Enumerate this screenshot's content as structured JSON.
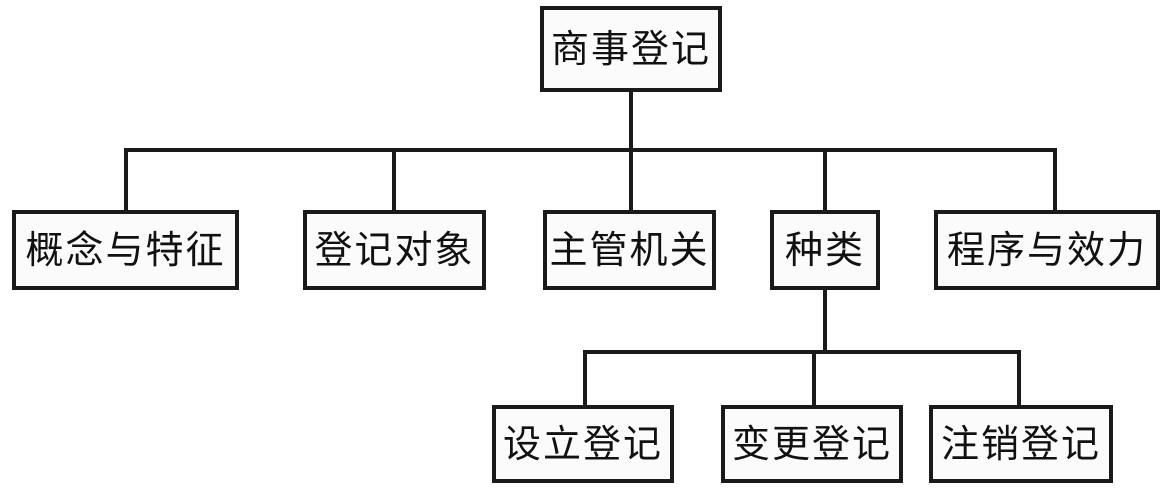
{
  "diagram": {
    "type": "tree-diagram",
    "title": "商事登记",
    "line_color": "#1a1a1a",
    "box_fill": "#fbfbfb",
    "text_color": "#111111",
    "nodes": {
      "root": {
        "label": "商事登记"
      },
      "level2": [
        {
          "label": "概念与特征"
        },
        {
          "label": "登记对象"
        },
        {
          "label": "主管机关"
        },
        {
          "label": "种类"
        },
        {
          "label": "程序与效力"
        }
      ],
      "level3": [
        {
          "label": "设立登记"
        },
        {
          "label": "变更登记"
        },
        {
          "label": "注销登记"
        }
      ]
    }
  }
}
